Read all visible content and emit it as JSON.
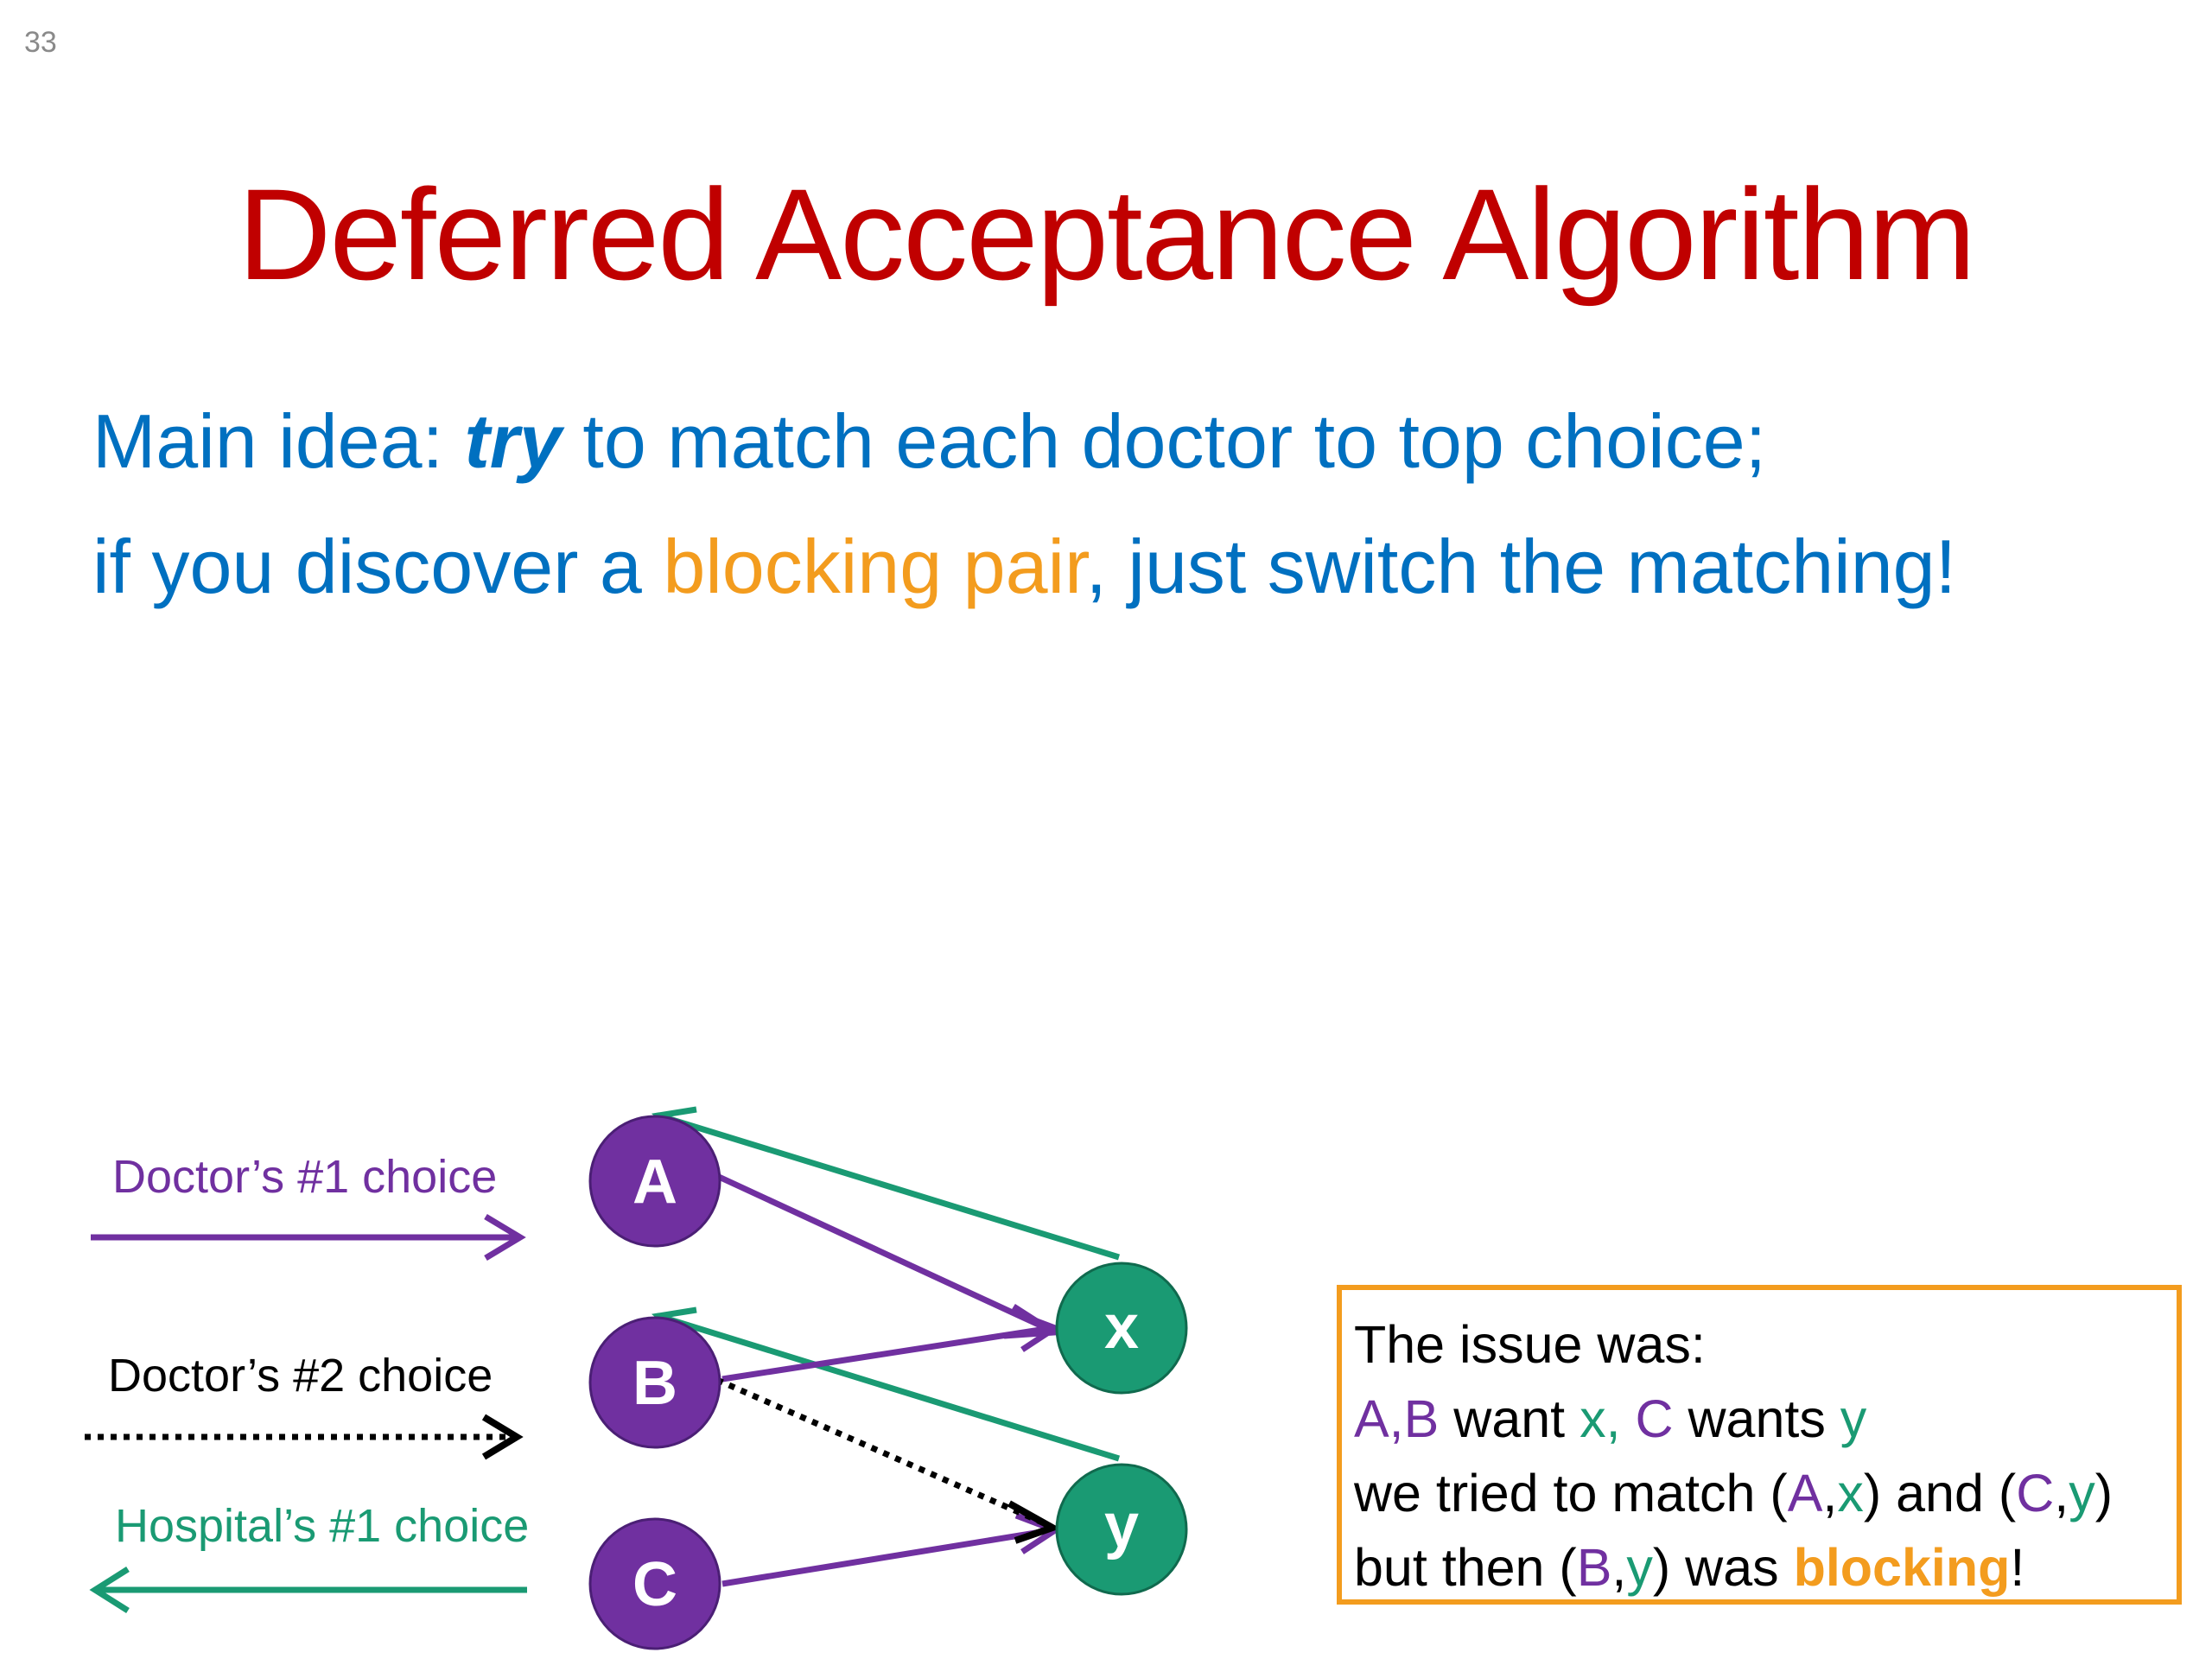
{
  "slide_number": "33",
  "title": "Deferred Acceptance Algorithm",
  "body": {
    "line1": {
      "prefix": "Main idea: ",
      "emph": "try",
      "suffix": " to match each doctor to top choice;"
    },
    "line2": {
      "prefix": "if you discover a ",
      "highlight": "blocking pair",
      "suffix": ", just switch the matching!"
    }
  },
  "legend": {
    "doctor_first": "Doctor’s #1 choice",
    "doctor_second": "Doctor’s #2 choice",
    "hospital_first": "Hospital’s #1 choice"
  },
  "nodes": {
    "doctors": [
      "A",
      "B",
      "C"
    ],
    "hospitals": [
      "x",
      "y"
    ]
  },
  "edges": [
    {
      "from": "A",
      "to": "x",
      "type": "Doctor’s #1 choice"
    },
    {
      "from": "B",
      "to": "x",
      "type": "Doctor’s #1 choice"
    },
    {
      "from": "C",
      "to": "y",
      "type": "Doctor’s #1 choice"
    },
    {
      "from": "B",
      "to": "y",
      "type": "Doctor’s #2 choice"
    },
    {
      "from": "x",
      "to": "A",
      "type": "Hospital’s #1 choice"
    },
    {
      "from": "y",
      "to": "B",
      "type": "Hospital’s #1 choice"
    }
  ],
  "issue_box": {
    "heading": "The issue was:",
    "l2": {
      "a": "A,B",
      "b": " want ",
      "c": "x",
      "d": ", ",
      "e": "C",
      "f": " wants ",
      "g": "y"
    },
    "l3": {
      "a": "we tried to match (",
      "b": "A",
      "c": ",",
      "d": "x",
      "e": ") and (",
      "f": "C",
      "g": ",",
      "h": "y",
      "i": ")"
    },
    "l4": {
      "a": "but then (",
      "b": "B",
      "c": ",",
      "d": "y",
      "e": ") was ",
      "f": "blocking",
      "g": "!"
    }
  },
  "colors": {
    "title": "#c00000",
    "body": "#0070c0",
    "highlight": "#f39c1e",
    "doctor": "#7030a0",
    "hospital": "#1a9a73",
    "dashed": "#000000"
  }
}
